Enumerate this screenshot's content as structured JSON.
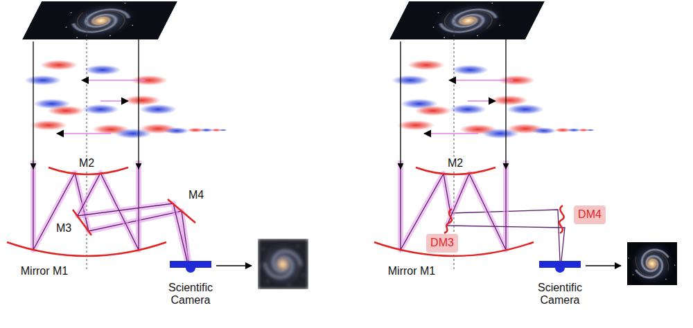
{
  "diagram": {
    "nodes": [
      {
        "text": [
          "DM4"
        ]
      },
      {
        "text": [
          "DM3"
        ]
      }
    ],
    "labels": [
      "M2",
      "M3",
      "M4",
      "Mirror M1",
      "Scientific Camera",
      "M2",
      "Mirror M1",
      "Scientific Camera"
    ]
  }
}
